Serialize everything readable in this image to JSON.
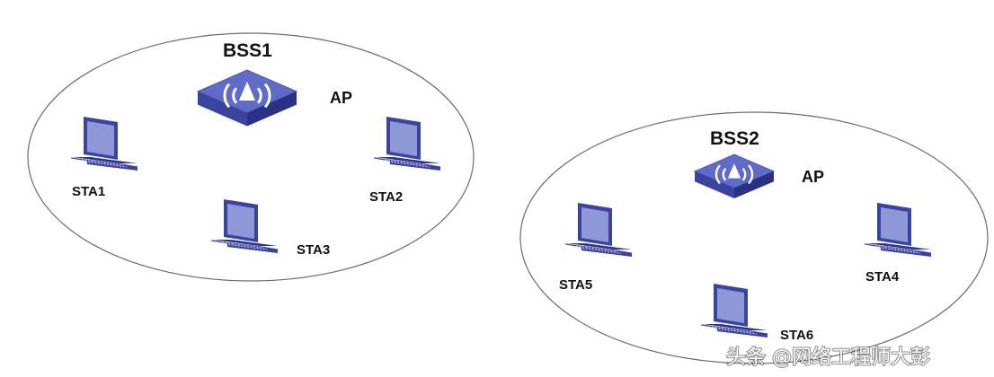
{
  "colors": {
    "ellipse_stroke": "#6b6b6b",
    "device_top": "#5f6bc7",
    "device_front": "#3b43a0",
    "device_side": "#2a3182",
    "laptop_screen": "#8f97d6",
    "laptop_frame": "#3b43a0",
    "keyboard": "#6f78c6",
    "label": "#111111"
  },
  "bss1": {
    "title": "BSS1",
    "ap_label": "AP",
    "ap_icon": "wireless-ap-icon",
    "stations": [
      {
        "name": "STA1",
        "icon": "laptop-icon"
      },
      {
        "name": "STA2",
        "icon": "laptop-icon"
      },
      {
        "name": "STA3",
        "icon": "laptop-icon"
      }
    ]
  },
  "bss2": {
    "title": "BSS2",
    "ap_label": "AP",
    "ap_icon": "wireless-ap-icon",
    "stations": [
      {
        "name": "STA5",
        "icon": "laptop-icon"
      },
      {
        "name": "STA4",
        "icon": "laptop-icon"
      },
      {
        "name": "STA6",
        "icon": "laptop-icon"
      }
    ]
  },
  "watermark": "头条 @网络工程师大彭"
}
